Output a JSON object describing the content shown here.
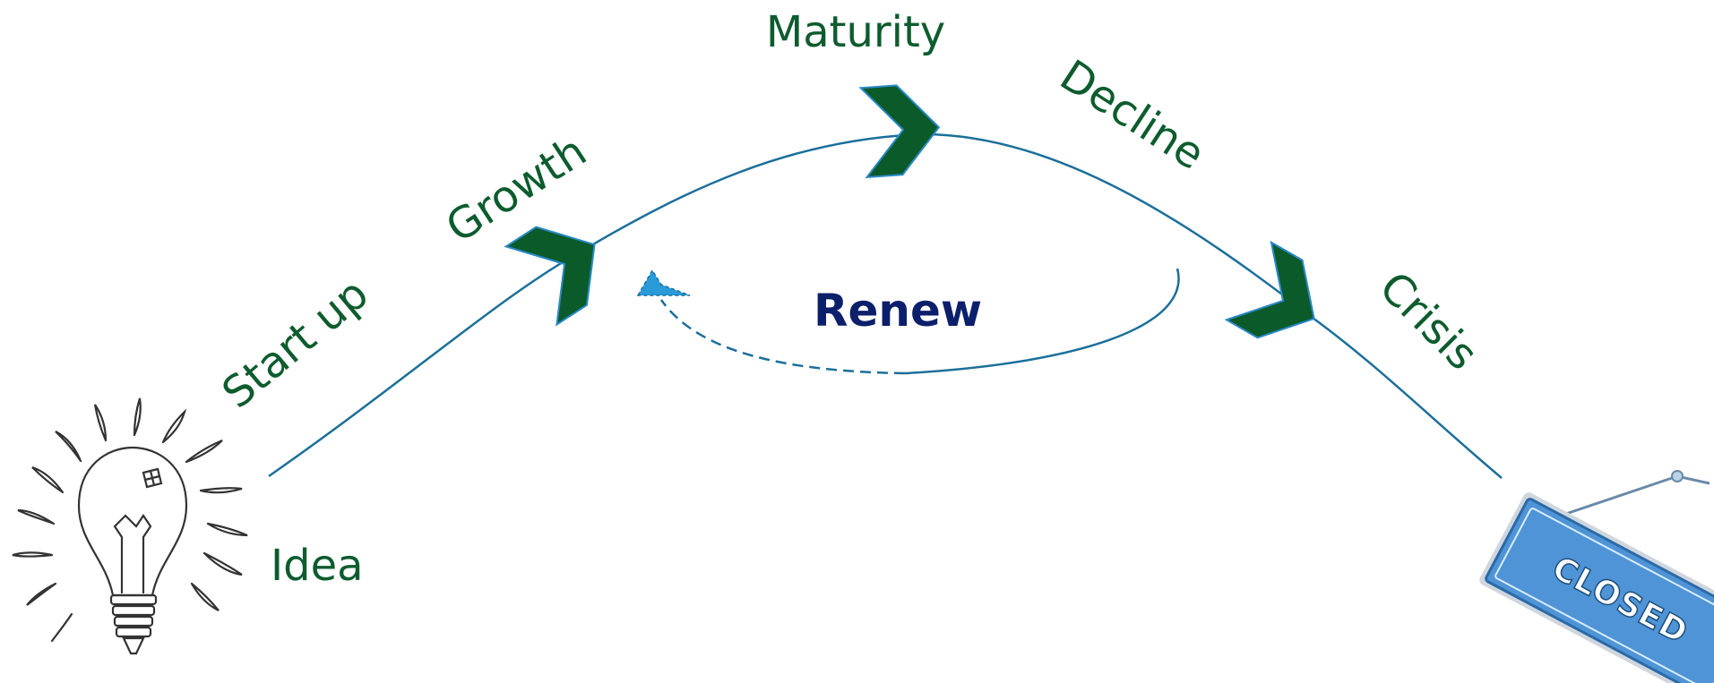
{
  "diagram": {
    "stages": {
      "idea": "Idea",
      "start_up": "Start up",
      "growth": "Growth",
      "maturity": "Maturity",
      "decline": "Decline",
      "crisis": "Crisis"
    },
    "renew": "Renew",
    "closed_sign": "CLOSED"
  },
  "colors": {
    "stage_text": "#0d5c2e",
    "renew_text": "#0c1f6b",
    "curve": "#1b6f9a",
    "chevron": "#0b5a2a",
    "renew_arrow": "#2a9ad8",
    "sign_blue": "#4f94d6"
  },
  "icons": [
    "lightbulb-icon",
    "closed-sign-icon",
    "chevron-right-icon"
  ]
}
